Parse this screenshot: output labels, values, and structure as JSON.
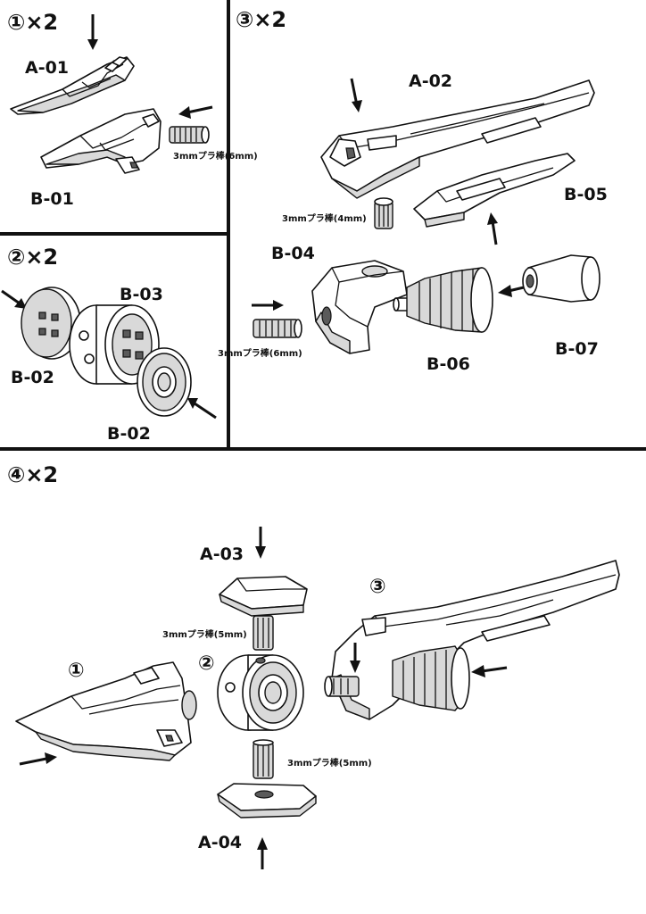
{
  "steps": {
    "s1": {
      "title": "①×2",
      "labels": {
        "a01": "A-01",
        "b01": "B-01"
      },
      "rod": "3mmプラ棒(6mm)"
    },
    "s2": {
      "title": "②×2",
      "labels": {
        "b03": "B-03",
        "b02_left": "B-02",
        "b02_right": "B-02"
      }
    },
    "s3": {
      "title": "③×2",
      "labels": {
        "a02": "A-02",
        "b05": "B-05",
        "b04": "B-04",
        "b06": "B-06",
        "b07": "B-07"
      },
      "rod_4mm": "3mmプラ棒(4mm)",
      "rod_6mm": "3mmプラ棒(6mm)"
    },
    "s4": {
      "title": "④×2",
      "labels": {
        "a03": "A-03",
        "a04": "A-04",
        "sub1": "①",
        "sub2": "②",
        "sub3": "③"
      },
      "rod_top": "3mmプラ棒(5mm)",
      "rod_bottom": "3mmプラ棒(5mm)"
    }
  },
  "colors": {
    "line": "#111111",
    "background": "#ffffff",
    "shade": "#d9d9d9"
  }
}
